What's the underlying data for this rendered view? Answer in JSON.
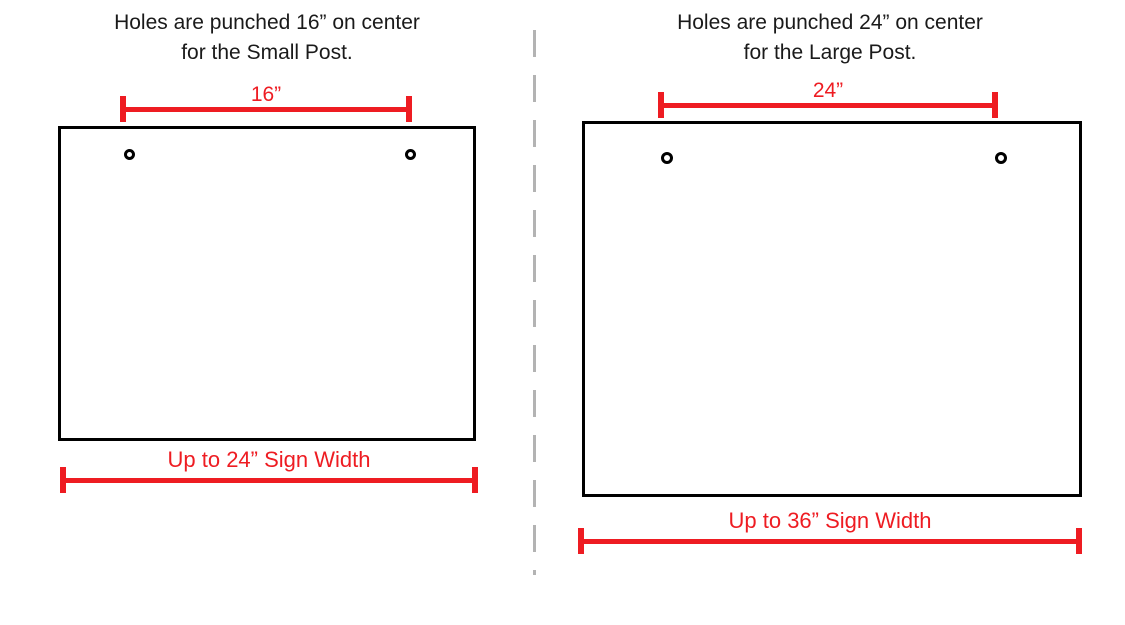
{
  "diagram": {
    "title_small_post": "Holes are punched 16” on center\nfor the Small Post.",
    "title_large_post": "Holes are punched 24” on center\nfor the Large Post.",
    "colors": {
      "dimension_red": "#ee1c22",
      "outline_black": "#000000",
      "divider_gray": "#b3b3b3",
      "background": "#ffffff"
    }
  },
  "panels": {
    "left": {
      "caption": "Holes are punched 16” on center\nfor the Small Post.",
      "hole_spacing_label": "16”",
      "sign_width_label": "Up to 24” Sign Width",
      "hole_count": 2
    },
    "right": {
      "caption": "Holes are punched 24” on center\nfor the Large Post.",
      "hole_spacing_label": "24”",
      "sign_width_label": "Up to 36” Sign Width",
      "hole_count": 2
    }
  }
}
